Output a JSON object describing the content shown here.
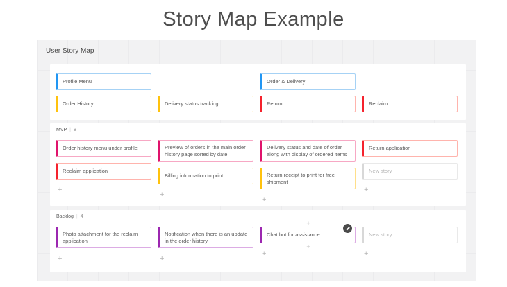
{
  "page": {
    "title": "Story Map Example"
  },
  "board": {
    "label": "User Story Map",
    "separator": "|",
    "add_button_label": "+",
    "palette": {
      "blue": {
        "bar": "#2196f3",
        "border": "#a6d2f5"
      },
      "yellow": {
        "bar": "#ffc20e",
        "border": "#ffdf8a"
      },
      "red": {
        "bar": "#f5222d",
        "border": "#ffb4ad"
      },
      "pink": {
        "bar": "#e0136c",
        "border": "#f7a8c4"
      },
      "purple": {
        "bar": "#9c27b0",
        "border": "#dcace4"
      },
      "new": {
        "bar": "#d8d8d8",
        "border": "#e9e9e9",
        "text": "#b5b5b5"
      }
    },
    "top_panel": {
      "rows": [
        {
          "cards": [
            {
              "label": "Profile Menu",
              "color": "blue",
              "col": 0
            },
            {
              "label": "Order & Delivery",
              "color": "blue",
              "col": 2
            }
          ]
        },
        {
          "cards": [
            {
              "label": "Order History",
              "color": "yellow",
              "col": 0
            },
            {
              "label": "Delivery status tracking",
              "color": "yellow",
              "col": 1
            },
            {
              "label": "Return",
              "color": "red",
              "col": 2
            },
            {
              "label": "Reclaim",
              "color": "red",
              "col": 3
            }
          ]
        }
      ]
    },
    "sections": [
      {
        "name": "MVP",
        "count": "8",
        "columns": [
          [
            {
              "label": "Order history menu under profile",
              "color": "pink"
            },
            {
              "label": "Reclaim application",
              "color": "red"
            }
          ],
          [
            {
              "label": "Preview of orders in the main order history page sorted by date",
              "color": "pink"
            },
            {
              "label": "Billing information to print",
              "color": "yellow"
            }
          ],
          [
            {
              "label": "Delivery status and date of order along with display of ordered items",
              "color": "pink"
            },
            {
              "label": "Return receipt to print for free shipment",
              "color": "yellow"
            }
          ],
          [
            {
              "label": "Return application",
              "color": "red"
            },
            {
              "label": "New story",
              "color": "new",
              "placeholder": true
            }
          ]
        ]
      },
      {
        "name": "Backlog",
        "count": "4",
        "columns": [
          [
            {
              "label": "Photo attachment for the reclaim application",
              "color": "purple"
            }
          ],
          [
            {
              "label": "Notification when there is an update in the order history",
              "color": "purple"
            }
          ],
          [
            {
              "label": "Chat bot for assistance",
              "color": "purple",
              "badge": "edit-icon",
              "insertion_hints": true
            }
          ],
          [
            {
              "label": "New story",
              "color": "new",
              "placeholder": true
            }
          ]
        ]
      }
    ]
  }
}
